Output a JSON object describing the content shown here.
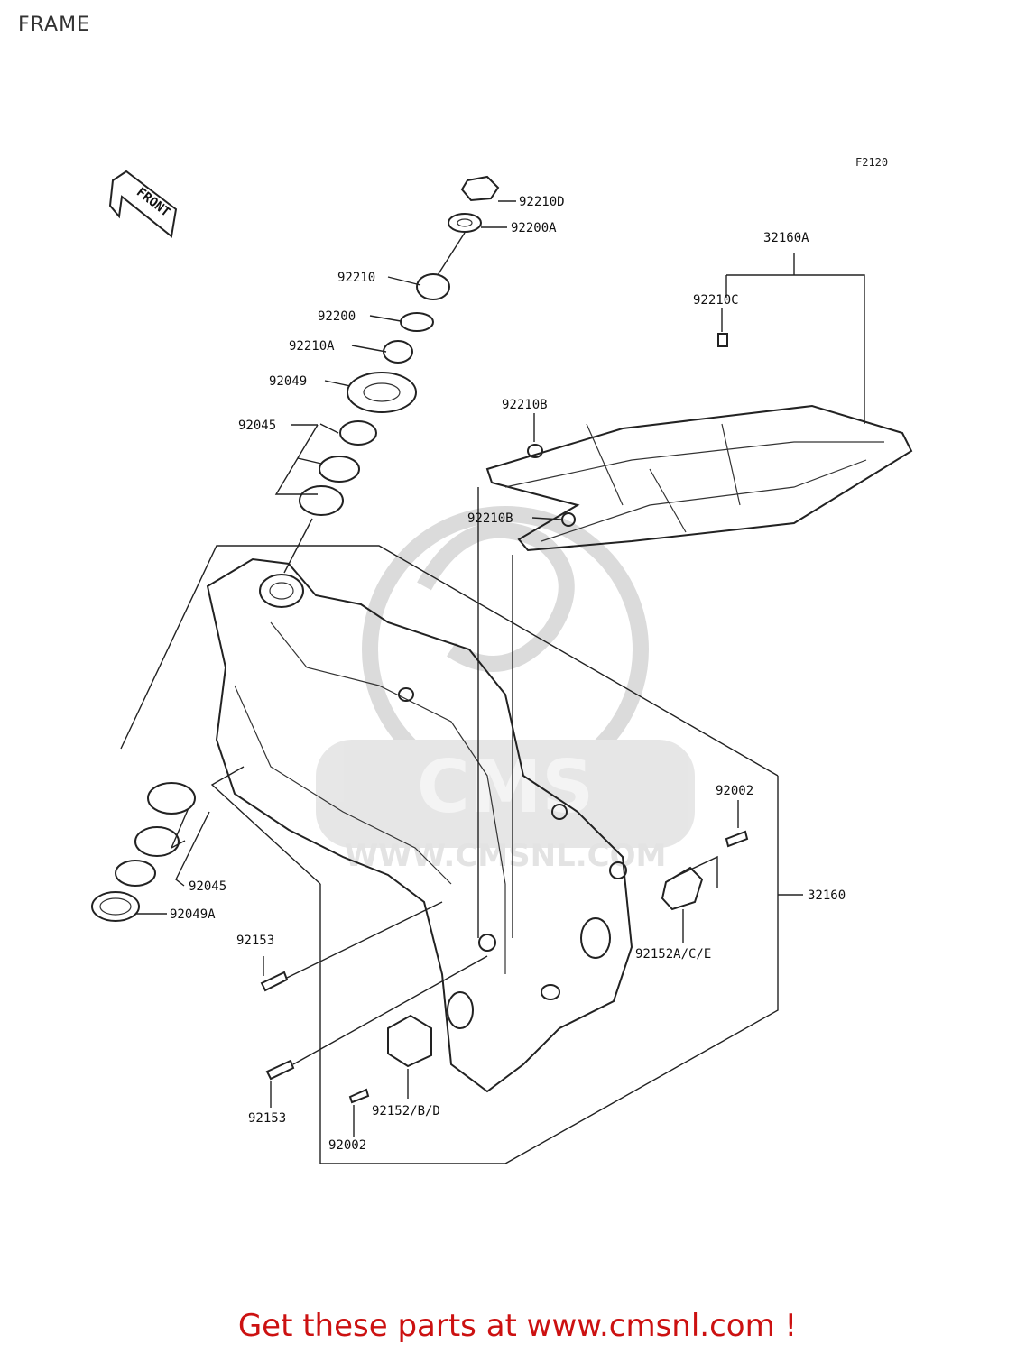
{
  "title": "FRAME",
  "figure_code": "F2120",
  "front_arrow_label": "FRONT",
  "watermark": {
    "logo_text": "CMS",
    "url_text": "WWW.CMSNL.COM"
  },
  "parts": [
    "92210D",
    "92200A",
    "92210",
    "92200",
    "92210A",
    "92049",
    "92045",
    "92210B",
    "92210B",
    "92210C",
    "32160A",
    "92002",
    "32160",
    "92152A/C/E",
    "92045",
    "92049A",
    "92153",
    "92153",
    "92152/B/D",
    "92002"
  ],
  "promo_text": "Get these parts at www.cmsnl.com !",
  "colors": {
    "promo": "#cc1111",
    "line": "#222222",
    "watermark": "#d8d8d8"
  }
}
